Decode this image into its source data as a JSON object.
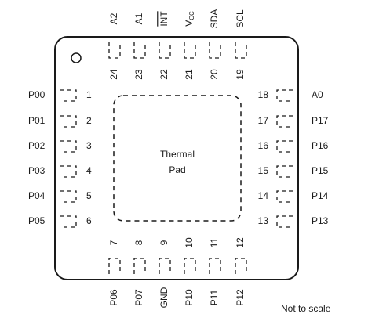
{
  "package": {
    "center_pad_label_line1": "Thermal",
    "center_pad_label_line2": "Pad",
    "footnote": "Not to scale"
  },
  "pins": {
    "top": [
      {
        "number": "24",
        "name": "A2"
      },
      {
        "number": "23",
        "name": "A1"
      },
      {
        "number": "22",
        "name": "INT",
        "overline": true
      },
      {
        "number": "21",
        "name": "V",
        "subscript": "CC"
      },
      {
        "number": "20",
        "name": "SDA"
      },
      {
        "number": "19",
        "name": "SCL"
      }
    ],
    "left": [
      {
        "number": "1",
        "name": "P00"
      },
      {
        "number": "2",
        "name": "P01"
      },
      {
        "number": "3",
        "name": "P02"
      },
      {
        "number": "4",
        "name": "P03"
      },
      {
        "number": "5",
        "name": "P04"
      },
      {
        "number": "6",
        "name": "P05"
      }
    ],
    "right": [
      {
        "number": "18",
        "name": "A0"
      },
      {
        "number": "17",
        "name": "P17"
      },
      {
        "number": "16",
        "name": "P16"
      },
      {
        "number": "15",
        "name": "P15"
      },
      {
        "number": "14",
        "name": "P14"
      },
      {
        "number": "13",
        "name": "P13"
      }
    ],
    "bottom": [
      {
        "number": "7",
        "name": "P06"
      },
      {
        "number": "8",
        "name": "P07"
      },
      {
        "number": "9",
        "name": "GND"
      },
      {
        "number": "10",
        "name": "P10"
      },
      {
        "number": "11",
        "name": "P11"
      },
      {
        "number": "12",
        "name": "P12"
      }
    ]
  }
}
